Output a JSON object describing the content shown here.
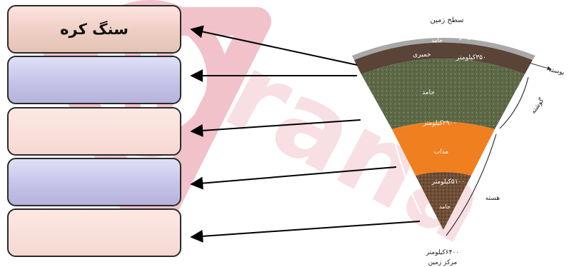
{
  "boxes": [
    {
      "label": "سنگ کره"
    },
    {
      "label": ""
    },
    {
      "label": ""
    },
    {
      "label": ""
    },
    {
      "label": ""
    }
  ],
  "diagram": {
    "surface": "سطح زمین",
    "crust_depth": "۱۰۰کیلومتر",
    "crust_state": "جامد",
    "plastic_state": "خمیری",
    "plastic_depth": "۳۵۰کیلومتر",
    "crust_label": "پوسته",
    "mantle_state": "جامد",
    "mantle_label": "گوشته",
    "mantle_depth": "۲۹۰۰کیلومتر",
    "outer_core_state": "مذاب",
    "outer_core_depth": "۵۱۰۰کیلومتر",
    "core_label": "هسته",
    "inner_core_state": "جامد",
    "center_depth": "۶۴۰۰کیلومتر",
    "center": "مرکز زمین"
  },
  "colors": {
    "plastic_layer": "#5a4337",
    "mantle_layer": "#5c6846",
    "outer_core": "#f07f1f",
    "inner_core": "#6e4d35",
    "crust_band": "#a8a8a8",
    "watermark": "#c8102e"
  }
}
